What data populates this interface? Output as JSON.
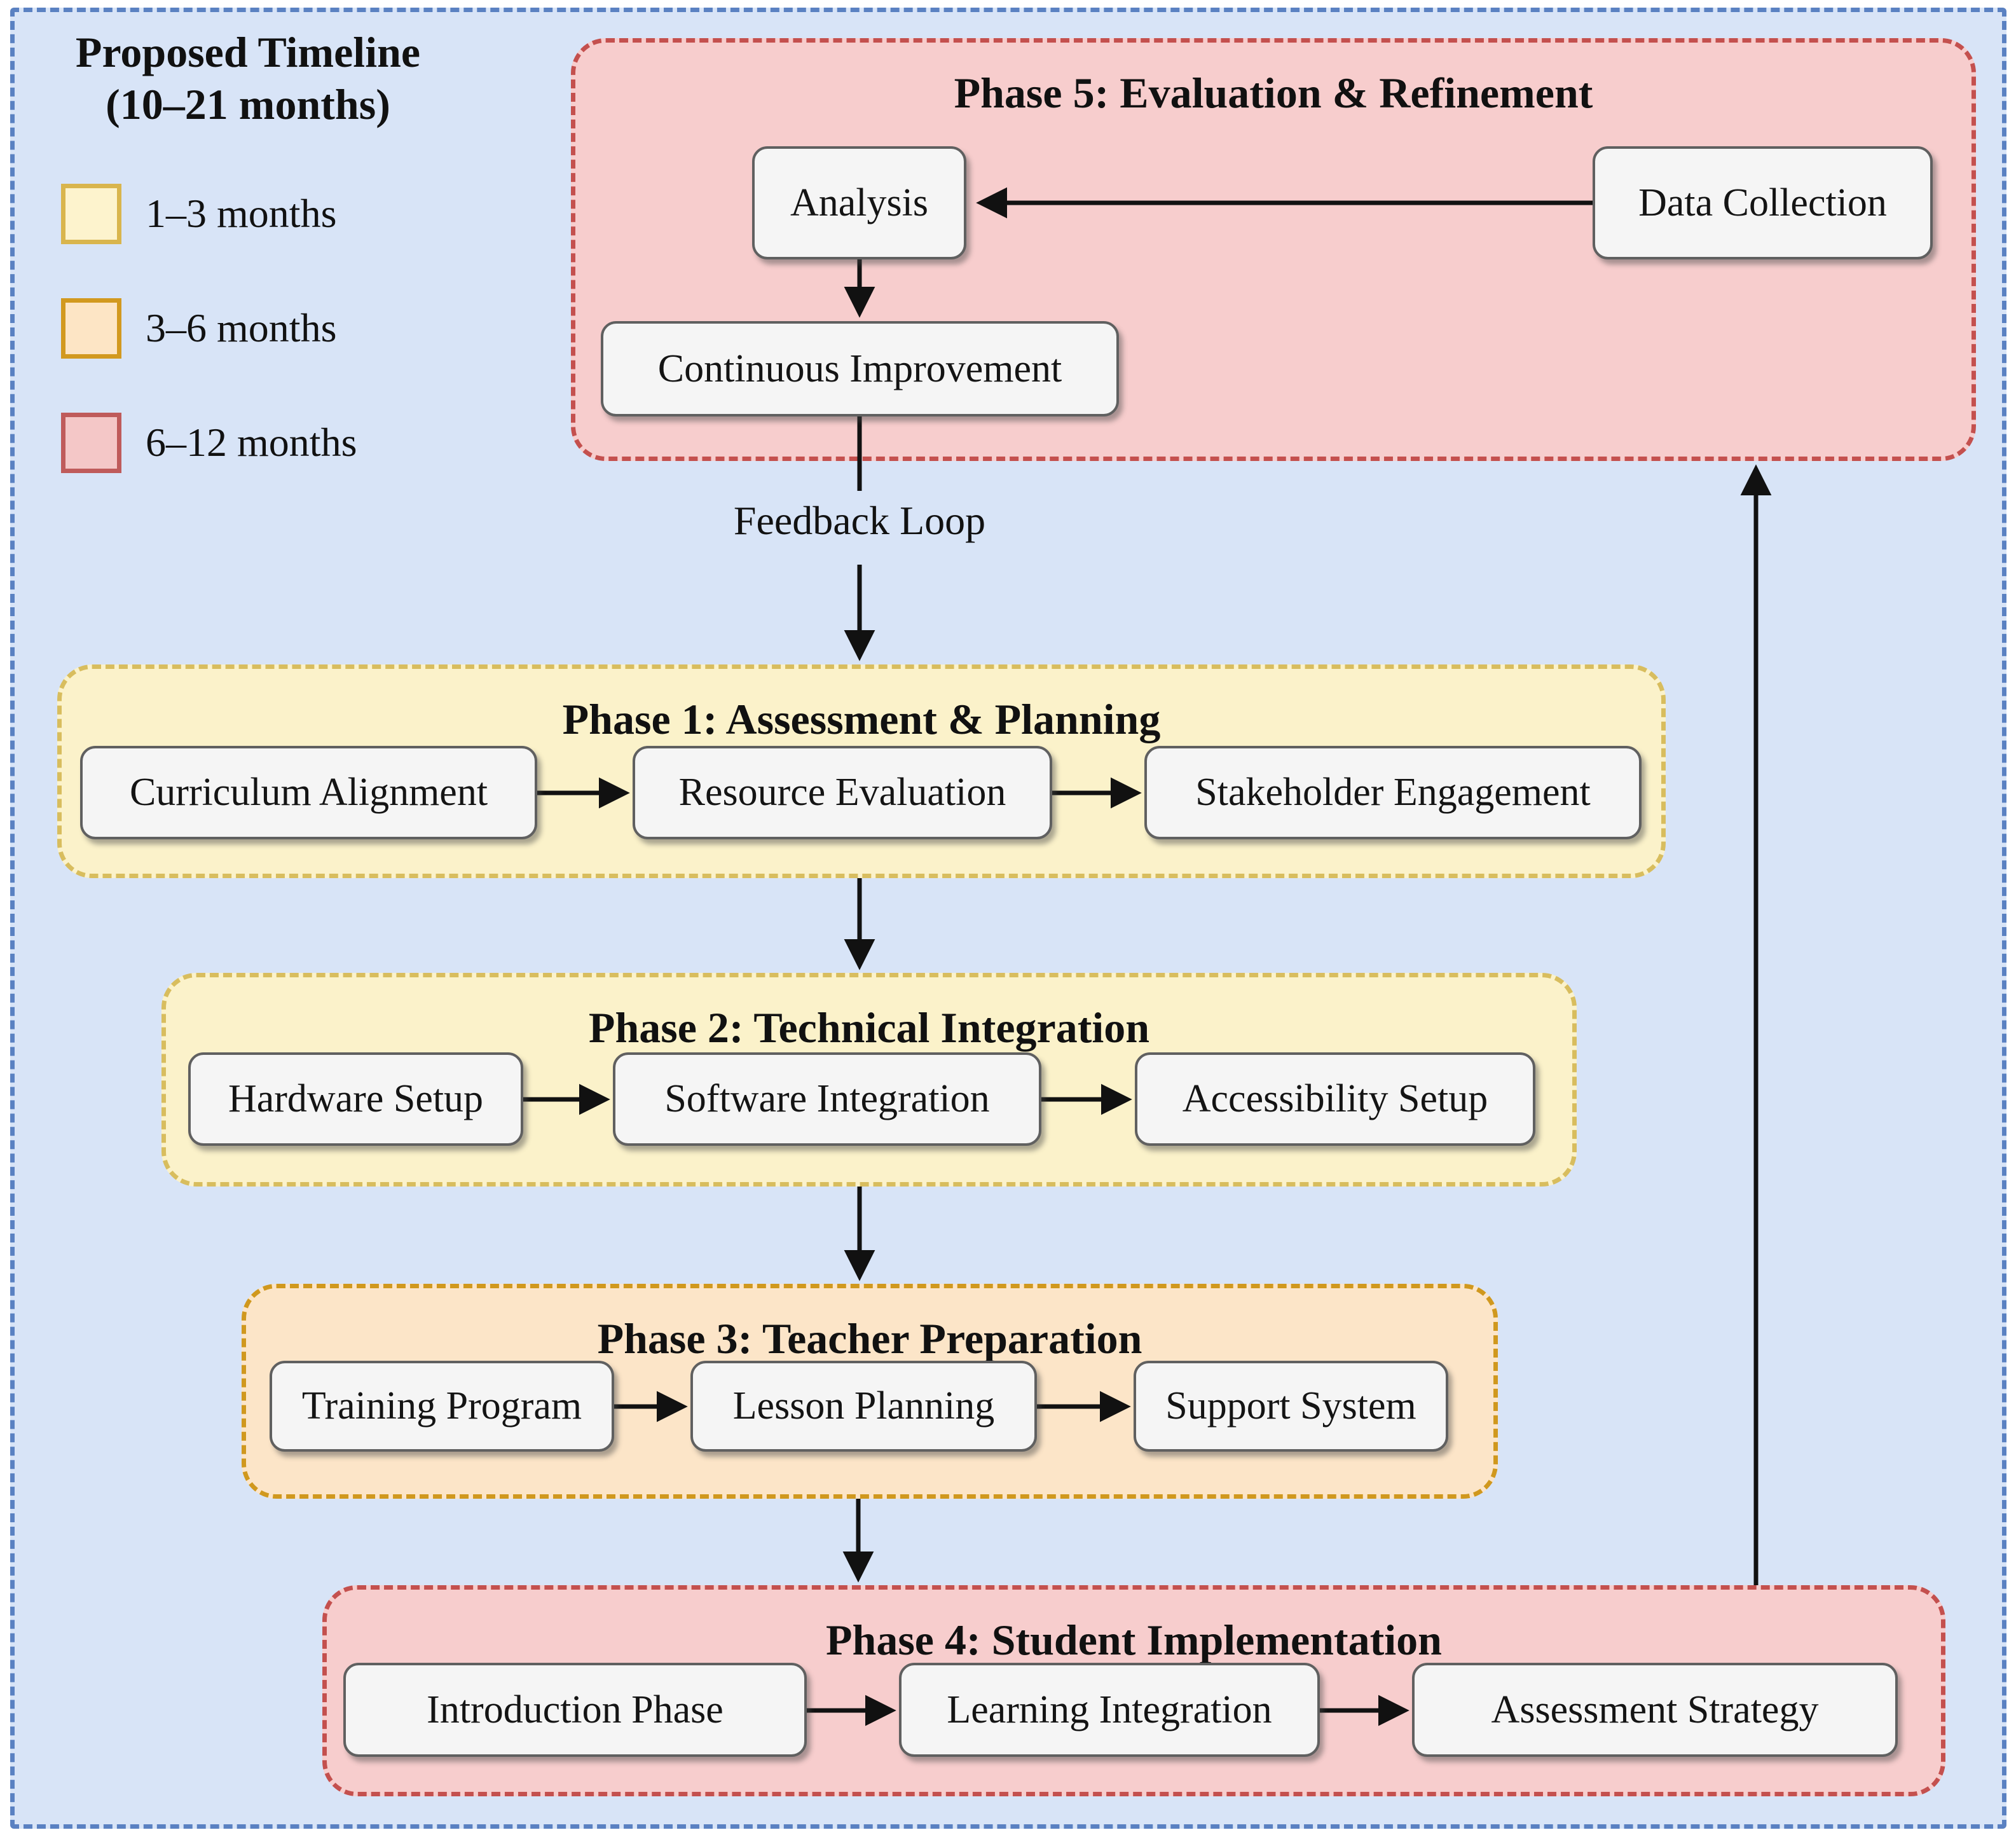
{
  "colors": {
    "page_background": "#d8e4f7",
    "frame_border": "#5a81c2",
    "pink_fill": "#f7cdcd",
    "pink_border": "#c4504e",
    "yellow_fill": "#fbf2ca",
    "yellow_border": "#d8bd5e",
    "orange_fill": "#fce5c8",
    "orange_border": "#d0981e",
    "node_fill": "#f5f5f5",
    "node_border": "#606060",
    "arrow": "#111111"
  },
  "legend": {
    "title_line1": "Proposed Timeline",
    "title_line2": "(10–21 months)",
    "items": [
      {
        "label": "1–3 months",
        "swatch": "yellow"
      },
      {
        "label": "3–6 months",
        "swatch": "orange"
      },
      {
        "label": "6–12 months",
        "swatch": "pink"
      }
    ]
  },
  "feedback_label": "Feedback Loop",
  "phases": [
    {
      "id": "phase-5",
      "title": "Phase 5: Evaluation & Refinement",
      "palette": "pink",
      "nodes": [
        {
          "label": "Analysis"
        },
        {
          "label": "Data Collection"
        },
        {
          "label": "Continuous Improvement"
        }
      ]
    },
    {
      "id": "phase-1",
      "title": "Phase 1: Assessment & Planning",
      "palette": "yellow",
      "nodes": [
        {
          "label": "Curriculum Alignment"
        },
        {
          "label": "Resource Evaluation"
        },
        {
          "label": "Stakeholder Engagement"
        }
      ]
    },
    {
      "id": "phase-2",
      "title": "Phase 2: Technical Integration",
      "palette": "yellow",
      "nodes": [
        {
          "label": "Hardware Setup"
        },
        {
          "label": "Software Integration"
        },
        {
          "label": "Accessibility Setup"
        }
      ]
    },
    {
      "id": "phase-3",
      "title": "Phase 3: Teacher Preparation",
      "palette": "orange",
      "nodes": [
        {
          "label": "Training Program"
        },
        {
          "label": "Lesson Planning"
        },
        {
          "label": "Support System"
        }
      ]
    },
    {
      "id": "phase-4",
      "title": "Phase 4: Student Implementation",
      "palette": "pink",
      "nodes": [
        {
          "label": "Introduction Phase"
        },
        {
          "label": "Learning Integration"
        },
        {
          "label": "Assessment Strategy"
        }
      ]
    }
  ]
}
